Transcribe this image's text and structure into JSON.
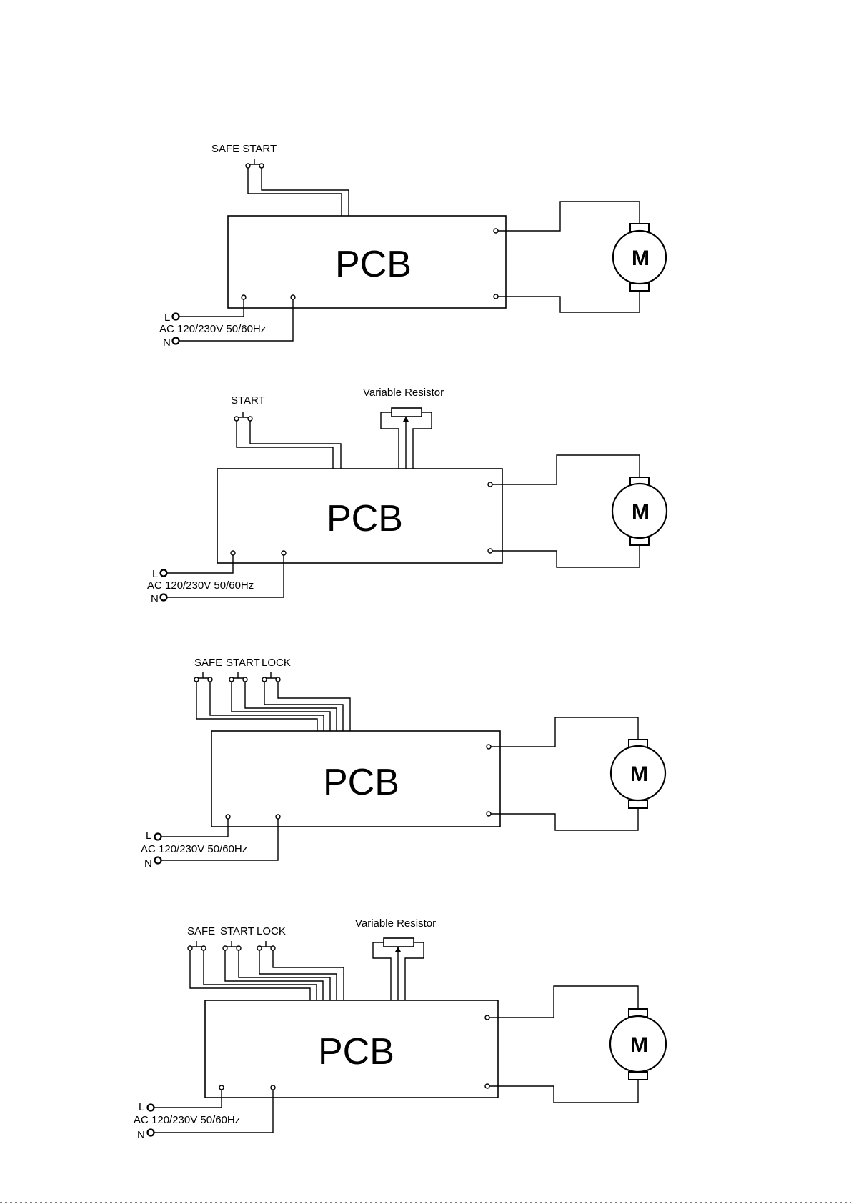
{
  "labels": {
    "pcb": "PCB",
    "motor": "M",
    "live": "L",
    "neutral": "N",
    "supply": "AC 120/230V 50/60Hz",
    "safe_start": "SAFE START",
    "start": "START",
    "safe": "SAFE",
    "start_word": "START",
    "lock": "LOCK",
    "variable_resistor": "Variable Resistor"
  },
  "diagrams": [
    {
      "id": "diagram-1",
      "controls": [
        "SAFE START"
      ],
      "variable_resistor": false
    },
    {
      "id": "diagram-2",
      "controls": [
        "START"
      ],
      "variable_resistor": true
    },
    {
      "id": "diagram-3",
      "controls": [
        "SAFE",
        "START",
        "LOCK"
      ],
      "variable_resistor": false
    },
    {
      "id": "diagram-4",
      "controls": [
        "SAFE",
        "START",
        "LOCK"
      ],
      "variable_resistor": true
    }
  ]
}
